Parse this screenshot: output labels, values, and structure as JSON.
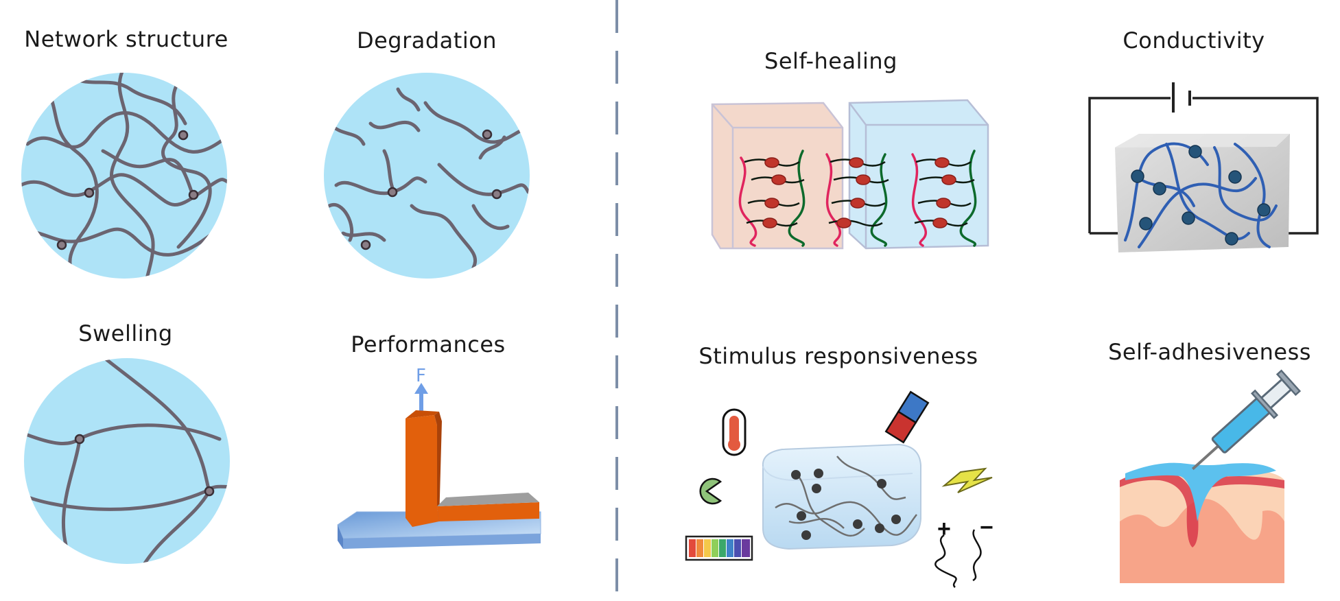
{
  "labels": {
    "network_structure": "Network structure",
    "degradation": "Degradation",
    "swelling": "Swelling",
    "performances": "Performances",
    "self_healing": "Self-healing",
    "conductivity": "Conductivity",
    "stimulus_responsiveness": "Stimulus responsiveness",
    "self_adhesiveness": "Self-adhesiveness"
  },
  "annotations": {
    "force": "F",
    "plus": "+",
    "minus": "−"
  },
  "colors": {
    "gel_blue": "#aee3f7",
    "chain": "#6b6470",
    "node": "#4a3f46",
    "orange": "#e2600c",
    "pink_box": "#f3d8cb",
    "blue_box": "#cfeaf8",
    "chain_red": "#e0245e",
    "chain_green": "#0d6a2c",
    "wire_blue": "#2f5fb3",
    "skin": "#f7b18a",
    "blood": "#d83a4a",
    "syringe": "#48b8e8"
  },
  "icons": [
    "thermometer-icon",
    "enzyme-icon",
    "ph-strip-icon",
    "magnet-icon",
    "lightning-icon",
    "electrodes-icon",
    "battery-icon",
    "syringe-icon"
  ]
}
